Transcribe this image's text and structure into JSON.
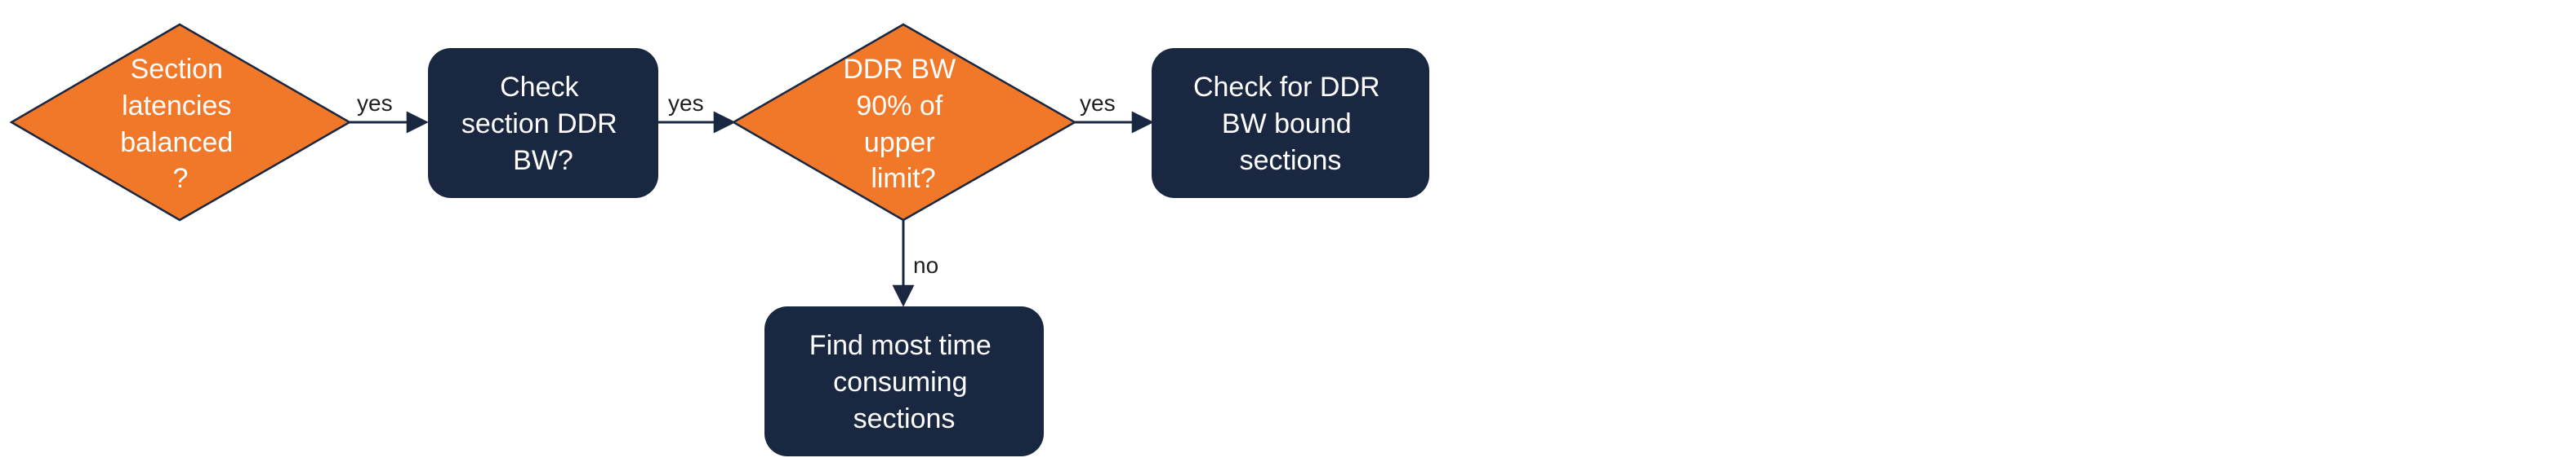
{
  "colors": {
    "decision_fill": "#f07828",
    "decision_stroke": "#1a2740",
    "process_fill": "#1a2740",
    "node_text": "#ffffff",
    "edge": "#1a2740",
    "edge_label": "#1f1f1f"
  },
  "nodes": {
    "d1": {
      "lines": [
        "Section",
        "latencies",
        "balanced",
        "?"
      ]
    },
    "p1": {
      "lines": [
        "Check",
        "section DDR",
        "BW?"
      ]
    },
    "d2": {
      "lines": [
        "DDR BW",
        "90% of",
        "upper",
        "limit?"
      ]
    },
    "p2": {
      "lines": [
        "Check for DDR",
        "BW bound",
        "sections"
      ]
    },
    "p3": {
      "lines": [
        "Find most time",
        "consuming",
        "sections"
      ]
    }
  },
  "edges": {
    "e1": {
      "label": "yes"
    },
    "e2": {
      "label": "yes"
    },
    "e3": {
      "label": "yes"
    },
    "e4": {
      "label": "no"
    }
  }
}
